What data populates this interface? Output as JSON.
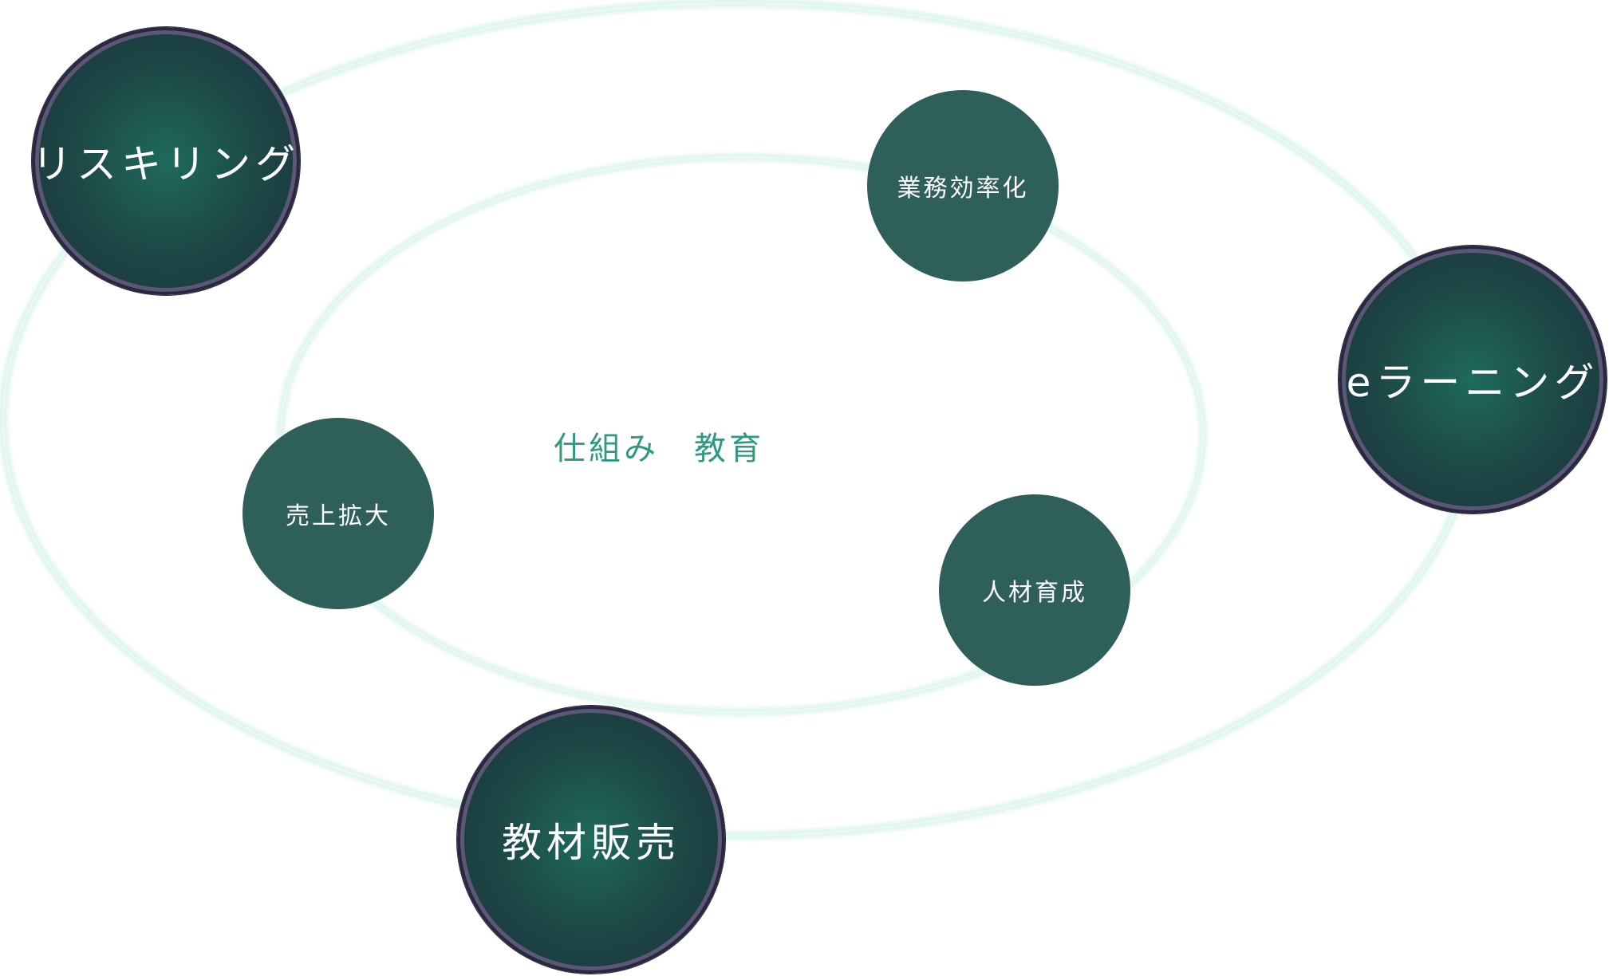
{
  "center": {
    "label": "仕組み　教育"
  },
  "outer_nodes": [
    {
      "id": "reskilling",
      "label": "リスキリング"
    },
    {
      "id": "elearning",
      "label": "eラーニング"
    },
    {
      "id": "materials",
      "label": "教材販売"
    }
  ],
  "inner_nodes": [
    {
      "id": "efficiency",
      "label": "業務効率化"
    },
    {
      "id": "sales",
      "label": "売上拡大"
    },
    {
      "id": "talent",
      "label": "人材育成"
    }
  ],
  "colors": {
    "orbit": "#d9f3ec",
    "center_text": "#2f9a82",
    "inner_node_fill": "#2f5f59",
    "outer_node_glow": "#1f6a5c",
    "outer_node_edge": "#2a2740",
    "node_text": "#ffffff"
  }
}
